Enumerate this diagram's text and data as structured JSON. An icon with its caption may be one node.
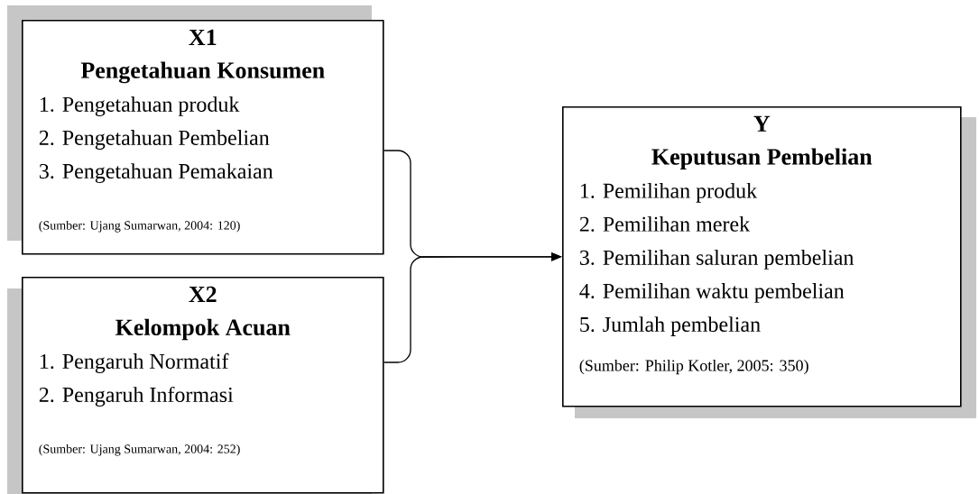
{
  "diagram": {
    "nodes": [
      {
        "text": [
          "X1",
          "Pengetahuan Konsumen",
          "1.   Pengetahuan produk",
          "2.   Pengetahuan Pembelian",
          "3.   Pengetahuan Pemakaian",
          "(Sumber: Ujang Sumarwan, 2004: 120)"
        ]
      },
      {
        "text": [
          "X2",
          "Kelompok Acuan",
          "1.   Pengaruh Normatif",
          "2.   Pengaruh Informasi",
          "(Sumber: Ujang Sumarwan, 2004: 252)"
        ]
      },
      {
        "text": [
          "Y",
          "Keputusan Pembelian",
          "1. Pemilihan produk",
          "2. Pemilihan merek",
          "3. Pemilihan saluran pembelian",
          "4. Pemilihan waktu pembelian",
          "5. Jumlah pembelian",
          "(Sumber: Philip Kotler, 2005: 350)"
        ]
      }
    ],
    "edges": [
      {
        "from": 0,
        "to": 2,
        "arrow": "to"
      },
      {
        "from": 1,
        "to": 2,
        "arrow": "to"
      }
    ]
  }
}
